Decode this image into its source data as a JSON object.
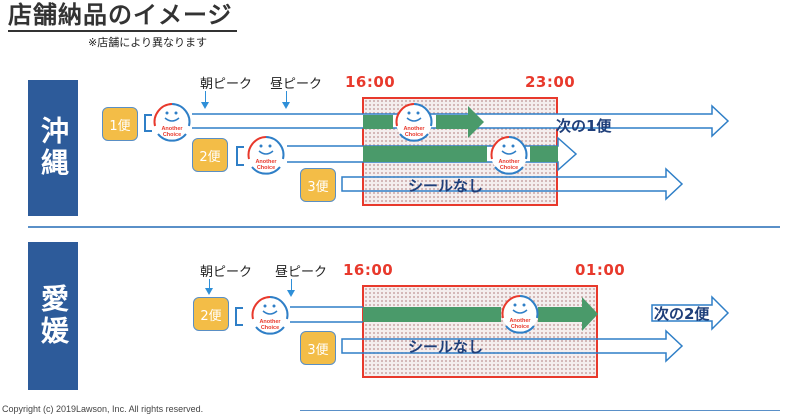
{
  "title": "店舗納品のイメージ",
  "note": "※店舗により異なります",
  "copyright": "Copyright (c) 2019Lawson, Inc.  All rights reserved.",
  "logo_text": [
    "Another",
    "Choice"
  ],
  "colors": {
    "region_bg": "#2d5b9a",
    "window_border": "#e8392c",
    "time_text": "#e8392c",
    "bin_fill": "#f3bd47",
    "arrow_outline": "#2f7fc7",
    "green_bar": "#4a9a6a"
  },
  "sections": [
    {
      "region": "沖縄",
      "peaks": [
        "朝ピーク",
        "昼ピーク"
      ],
      "window_start": "16:00",
      "window_end": "23:00",
      "bins": [
        "1便",
        "2便",
        "3便"
      ],
      "no_seal_label": "シールなし",
      "next_label": "次の1便"
    },
    {
      "region": "愛媛",
      "peaks": [
        "朝ピーク",
        "昼ピーク"
      ],
      "window_start": "16:00",
      "window_end": "01:00",
      "bins": [
        "2便",
        "3便"
      ],
      "no_seal_label": "シールなし",
      "next_label": "次の2便"
    }
  ]
}
